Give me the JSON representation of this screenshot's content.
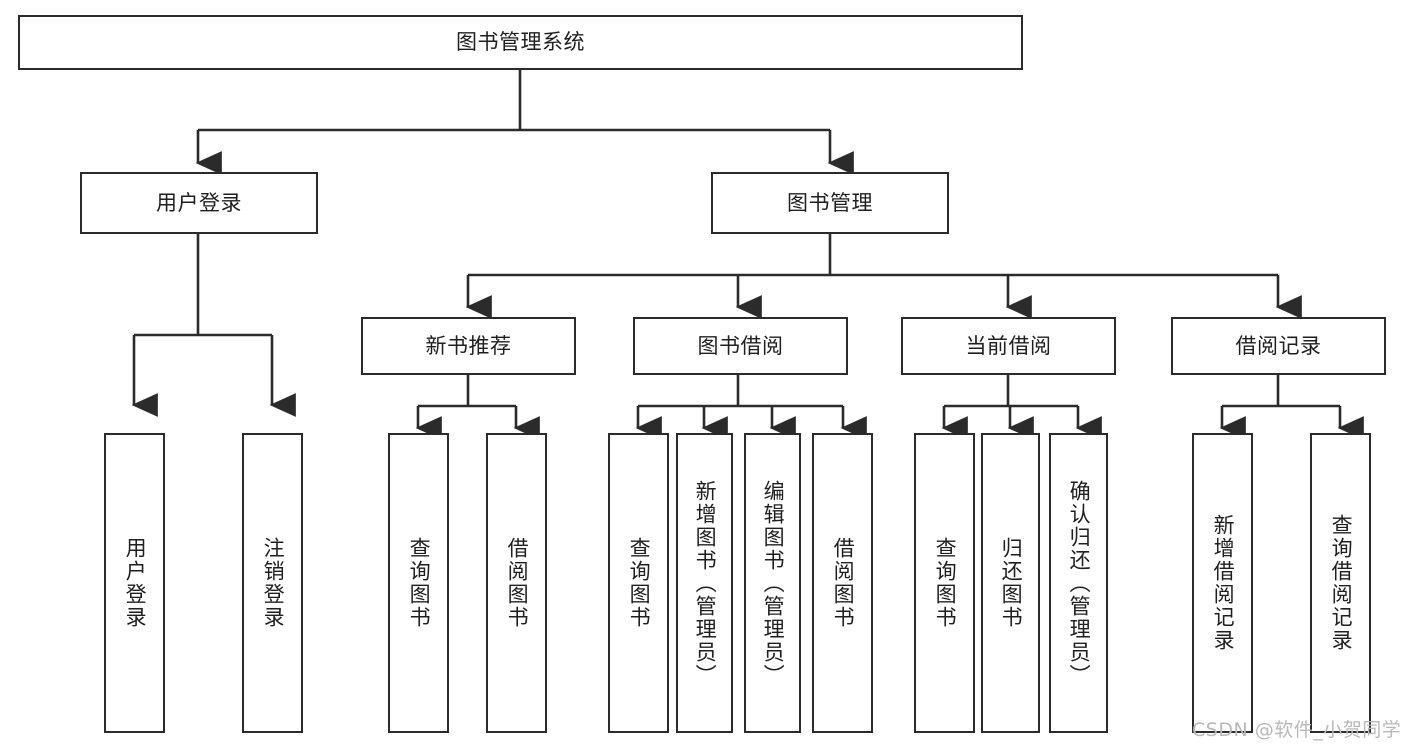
{
  "diagram": {
    "type": "tree",
    "title": "图书管理系统",
    "root": {
      "label": "图书管理系统"
    },
    "level1": [
      {
        "label": "用户登录"
      },
      {
        "label": "图书管理"
      }
    ],
    "level2": [
      {
        "label": "新书推荐"
      },
      {
        "label": "图书借阅"
      },
      {
        "label": "当前借阅"
      },
      {
        "label": "借阅记录"
      }
    ],
    "leaves": {
      "user_login": [
        {
          "label": "用户登录"
        },
        {
          "label": "注销登录"
        }
      ],
      "new_book": [
        {
          "label": "查询图书"
        },
        {
          "label": "借阅图书"
        }
      ],
      "borrow": [
        {
          "label": "查询图书"
        },
        {
          "label": "新增图书（管理员）"
        },
        {
          "label": "编辑图书（管理员）"
        },
        {
          "label": "借阅图书"
        }
      ],
      "current": [
        {
          "label": "查询图书"
        },
        {
          "label": "归还图书"
        },
        {
          "label": "确认归还（管理员）"
        }
      ],
      "records": [
        {
          "label": "新增借阅记录"
        },
        {
          "label": "查询借阅记录"
        }
      ]
    }
  },
  "watermark": {
    "text": "CSDN @软件_小贺同学"
  },
  "colors": {
    "stroke": "#2b2b2b",
    "fill": "#ffffff",
    "text": "#1f1f1f",
    "watermark": "#b9b9b9"
  }
}
